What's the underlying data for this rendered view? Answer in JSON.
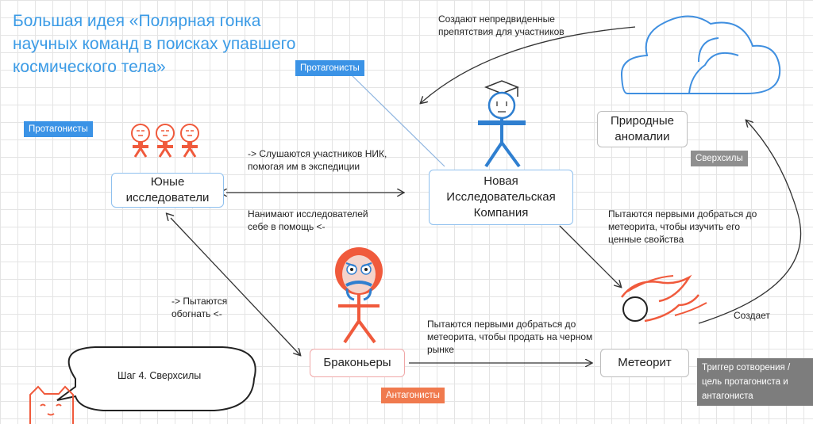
{
  "title": "Большая идея «Полярная гонка научных команд в поисках упавшего космического тела»",
  "tags": {
    "protagonists_top": "Протагонисты",
    "protagonists_left": "Протагонисты",
    "superpowers": "Сверхсилы",
    "antagonists": "Антагонисты",
    "meteorite_role": "Триггер сотворения / цель протагониста и антагониста"
  },
  "nodes": {
    "young": "Юные исследователи",
    "company": "Новая Исследовательская Компания",
    "nature": "Природные аномалии",
    "poachers": "Браконьеры",
    "meteorite": "Метеорит"
  },
  "notes": {
    "obstacles": "Создают непредвиденные препятствия для участников",
    "obey": "-> Слушаются участников НИК, помогая им в экспедиции",
    "hire": "Нанимают исследователей себе в помощь <-",
    "company_goal": "Пытаются первыми добраться до метеорита, чтобы изучить его ценные свойства",
    "overtake": "-> Пытаются обогнать <-",
    "poachers_goal": "Пытаются первыми добраться до метеорита, чтобы продать на черном рынке",
    "creates": "Создает"
  },
  "bubble": "Шаг 4. Сверхсилы",
  "colors": {
    "accent_blue": "#3b93e6",
    "protagonist_red": "#f05a3c",
    "company_blue": "#2f7fd0",
    "cloud_blue": "#3f8fe0"
  }
}
